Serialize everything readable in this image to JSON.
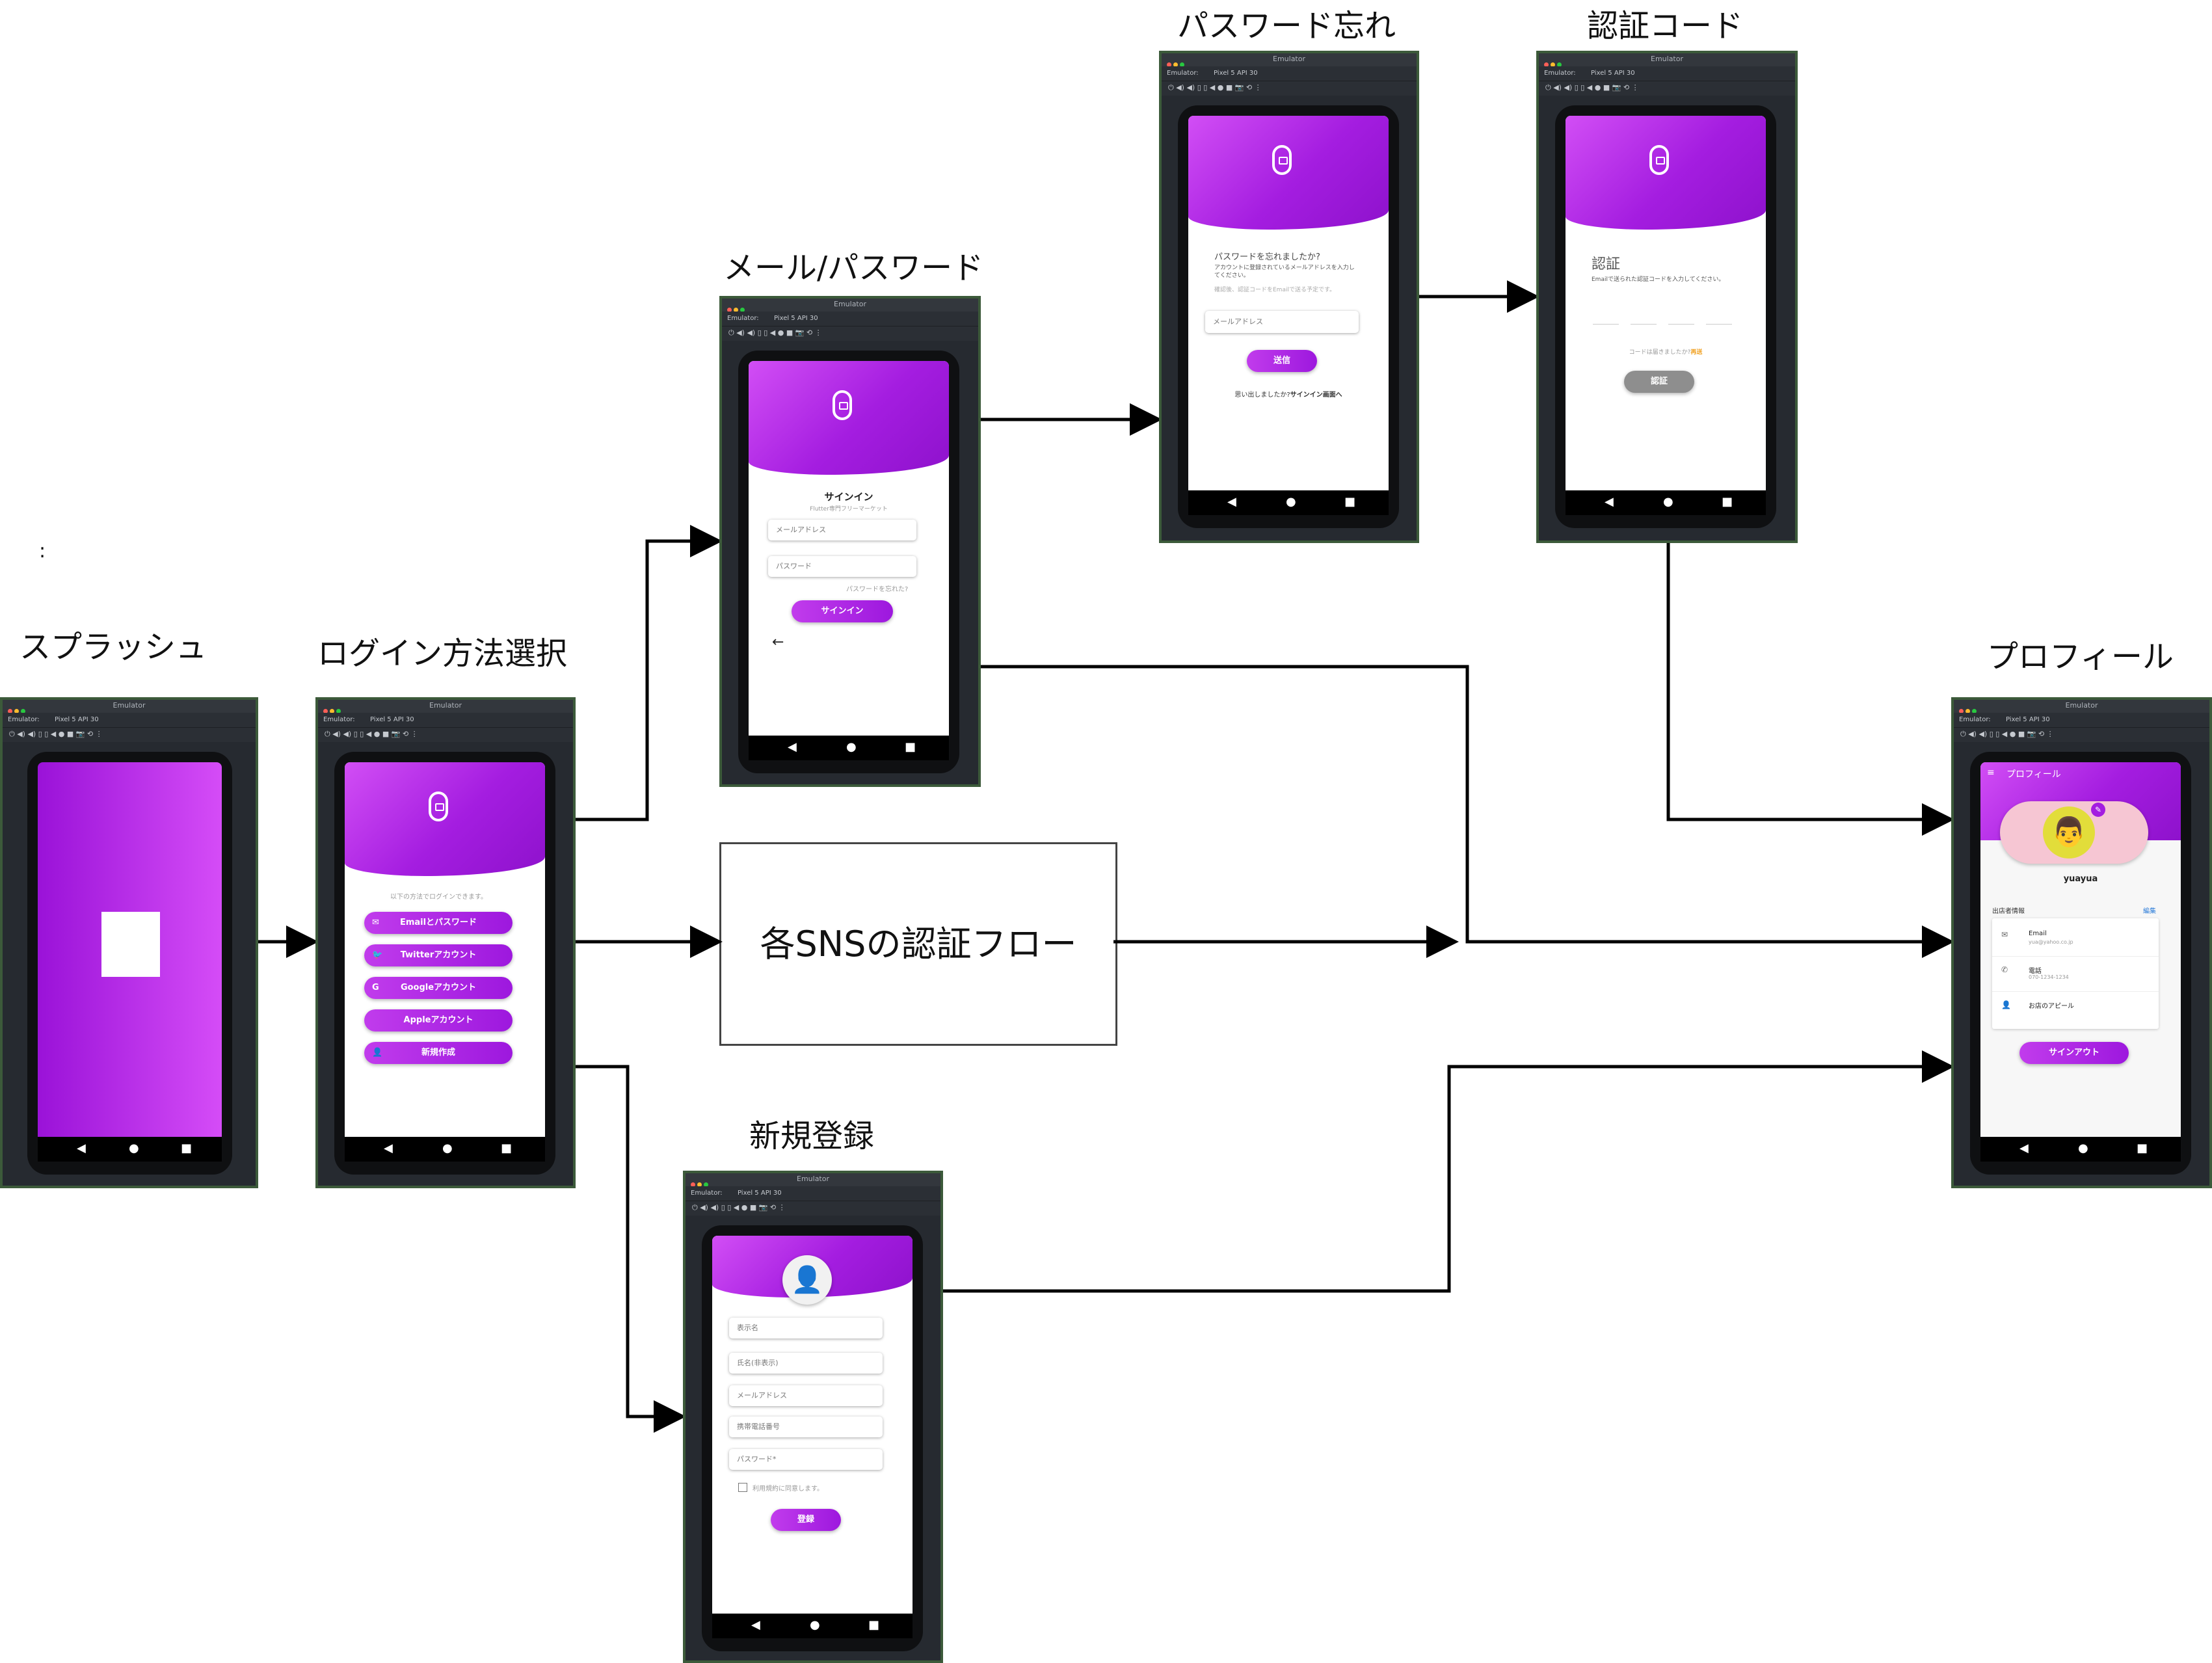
{
  "labels": {
    "splash": "スプラッシュ",
    "login": "ログイン方法選択",
    "mailpw": "メール/パスワード",
    "forgot": "パスワード忘れ",
    "code": "認証コード",
    "profile": "プロフィール",
    "signup": "新規登録",
    "sns": "各SNSの認証フロー",
    "stray_mark": ":"
  },
  "emulator": {
    "title": "Emulator",
    "tab_prefix": "Emulator:",
    "device": "Pixel 5 API 30",
    "toolbar_glyphs": "⏻ ◀) ◀) ▯ ▯ ◀ ● ■ 📷 ⟲ ⋮"
  },
  "nav": {
    "back": "◀",
    "home": "●",
    "recent": "■"
  },
  "login_screen": {
    "hint": "以下の方法でログインできます。",
    "buttons": [
      "Emailとパスワード",
      "Twitterアカウント",
      "Googleアカウント",
      "Appleアカウント",
      "新規作成"
    ],
    "icons": [
      "mail-icon",
      "twitter-icon",
      "google-icon",
      "apple-icon",
      "add-user-icon"
    ]
  },
  "mailpw_screen": {
    "title": "サインイン",
    "subtitle": "Flutter専門フリーマーケット",
    "email_placeholder": "メールアドレス",
    "password_placeholder": "パスワード",
    "forgot_link": "パスワードを忘れた?",
    "submit": "サインイン",
    "back_arrow": "←"
  },
  "forgot_screen": {
    "heading": "パスワードを忘れましたか?",
    "body": "アカウントに登録されているメールアドレスを入力してください。",
    "note": "確認後、認証コードをEmailで送る予定です。",
    "email_placeholder": "メールアドレス",
    "submit": "送信",
    "footer_prefix": "思い出しましたか?",
    "footer_link": "サインイン画面へ"
  },
  "code_screen": {
    "heading": "認証",
    "body": "Emailで送られた認証コードを入力してください。",
    "resend_prefix": "コードは届きましたか?",
    "resend_link": "再送",
    "submit": "認証"
  },
  "signup_screen": {
    "fields": [
      "表示名",
      "氏名(非表示)",
      "メールアドレス",
      "携帯電話番号",
      "パスワード*"
    ],
    "terms": "利用規約に同意します。",
    "submit": "登録"
  },
  "profile_screen": {
    "appbar_title": "プロフィール",
    "username": "yuayua",
    "section": "出店者情報",
    "edit": "編集",
    "rows": [
      {
        "label": "Email",
        "value": "yua@yahoo.co.jp",
        "icon": "mail-icon"
      },
      {
        "label": "電話",
        "value": "070-1234-1234",
        "icon": "phone-icon"
      },
      {
        "label": "お店のアピール",
        "value": "",
        "icon": "person-icon"
      }
    ],
    "signout": "サインアウト"
  },
  "colors": {
    "accent": "#a41de0",
    "accent_light": "#d24ef5",
    "window_border": "#3c5a3a",
    "arrow": "#000000"
  }
}
